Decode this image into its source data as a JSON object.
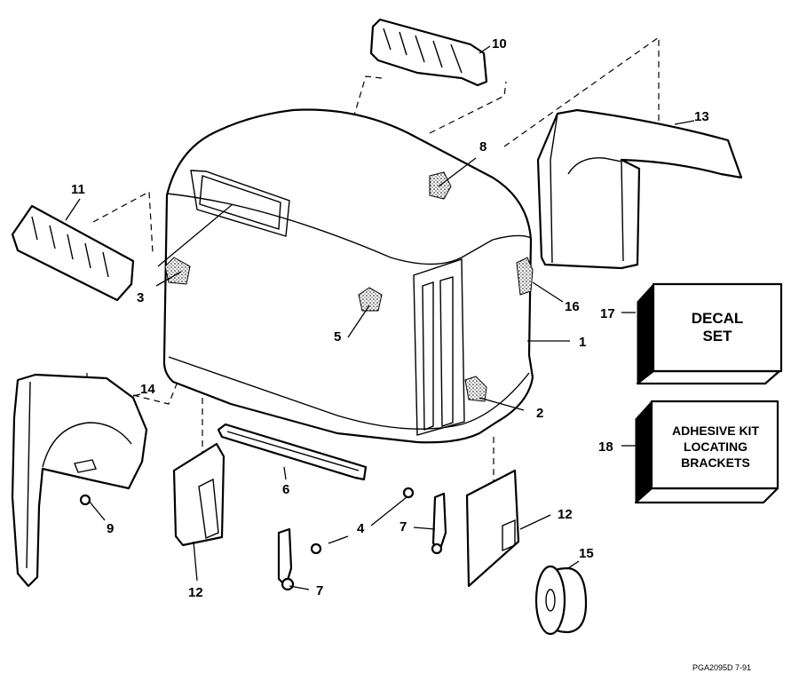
{
  "callouts": {
    "c1": "1",
    "c2": "2",
    "c3": "3",
    "c4": "4",
    "c5": "5",
    "c6": "6",
    "c7a": "7",
    "c7b": "7",
    "c8": "8",
    "c9": "9",
    "c10": "10",
    "c11": "11",
    "c12a": "12",
    "c12b": "12",
    "c13": "13",
    "c14": "14",
    "c15": "15",
    "c16": "16",
    "c17": "17",
    "c18": "18"
  },
  "boxes": {
    "decal_line1": "DECAL",
    "decal_line2": "SET",
    "adhesive_line1": "ADHESIVE KIT",
    "adhesive_line2": "LOCATING",
    "adhesive_line3": "BRACKETS"
  },
  "figure_code": "PGA2095D  7-91"
}
